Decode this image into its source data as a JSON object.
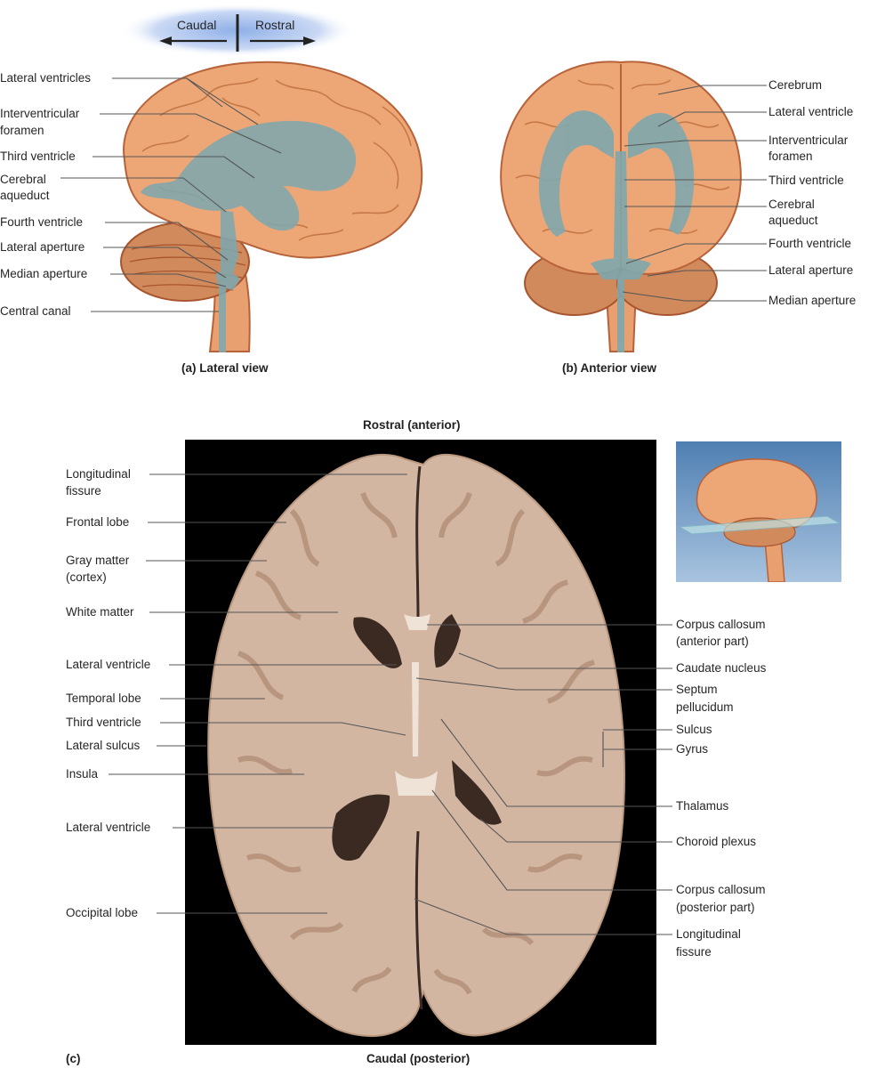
{
  "orientation": {
    "caudal": "Caudal",
    "rostral": "Rostral"
  },
  "panel_a": {
    "caption": "(a) Lateral view",
    "labels": [
      "Lateral ventricles",
      "Interventricular",
      "foramen",
      "Third ventricle",
      "Cerebral",
      "aqueduct",
      "Fourth ventricle",
      "Lateral aperture",
      "Median aperture",
      "Central canal"
    ]
  },
  "panel_b": {
    "caption": "(b) Anterior view",
    "labels": [
      "Cerebrum",
      "Lateral ventricle",
      "Interventricular",
      "foramen",
      "Third ventricle",
      "Cerebral",
      "aqueduct",
      "Fourth ventricle",
      "Lateral aperture",
      "Median aperture"
    ]
  },
  "panel_c": {
    "letter": "(c)",
    "top_caption": "Rostral (anterior)",
    "bottom_caption": "Caudal (posterior)",
    "left_labels": [
      "Longitudinal",
      "fissure",
      "Frontal lobe",
      "Gray matter",
      "(cortex)",
      "White matter",
      "Lateral ventricle",
      "Temporal lobe",
      "Third ventricle",
      "Lateral sulcus",
      "Insula",
      "Lateral ventricle",
      "Occipital lobe"
    ],
    "right_labels": [
      "Corpus callosum",
      "(anterior part)",
      "Caudate nucleus",
      "Septum",
      "pellucidum",
      "Sulcus",
      "Gyrus",
      "Thalamus",
      "Choroid plexus",
      "Corpus callosum",
      "(posterior part)",
      "Longitudinal",
      "fissure"
    ]
  },
  "colors": {
    "brain": "#e8a070",
    "brain_dark": "#b8623a",
    "ventricle": "#7fa7ad",
    "section_tissue": "#d3b6a2",
    "section_bg": "#000000",
    "inset_bg": "#5f8db8"
  }
}
